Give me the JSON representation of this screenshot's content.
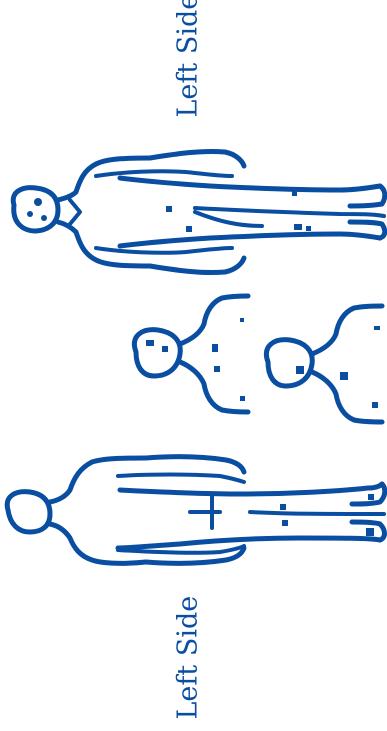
{
  "labels": {
    "top_side": "Left Side",
    "bottom_side": "Left Side"
  },
  "colors": {
    "ink": "#0a4ea2"
  },
  "figures": [
    {
      "view": "full-body-front",
      "marked": true
    },
    {
      "view": "head-and-shoulders",
      "marked": true
    },
    {
      "view": "head-and-shoulders",
      "marked": true
    },
    {
      "view": "full-body-back",
      "marked": true
    }
  ]
}
